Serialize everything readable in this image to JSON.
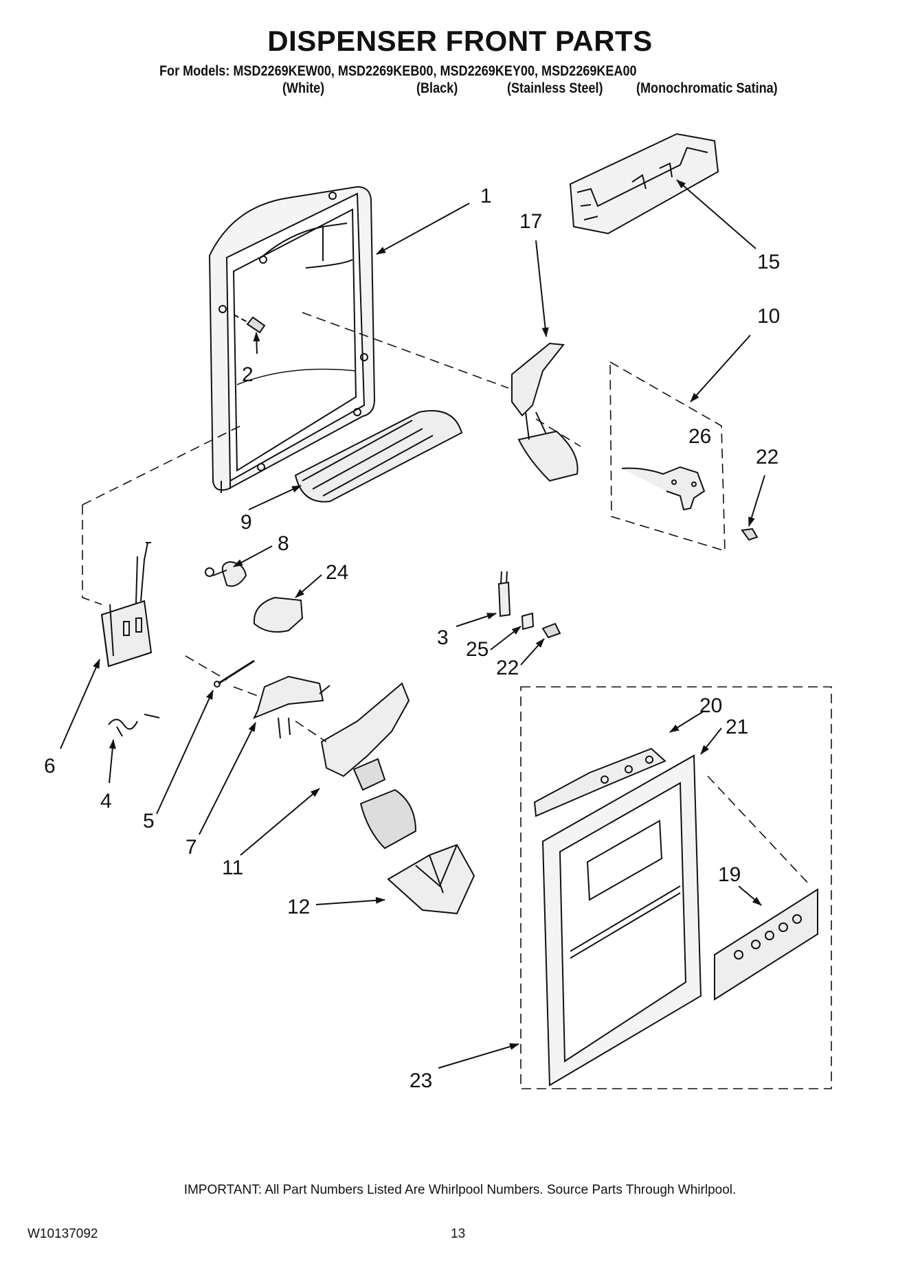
{
  "title": "DISPENSER FRONT PARTS",
  "models_line": "For Models: MSD2269KEW00, MSD2269KEB00, MSD2269KEY00, MSD2269KEA00",
  "variants": [
    "(White)",
    "(Black)",
    "(Stainless Steel)",
    "(Monochromatic Satina)"
  ],
  "callouts": {
    "c1": "1",
    "c2": "2",
    "c3": "3",
    "c4": "4",
    "c5": "5",
    "c6": "6",
    "c7": "7",
    "c8": "8",
    "c9": "9",
    "c10": "10",
    "c11": "11",
    "c12": "12",
    "c15": "15",
    "c17": "17",
    "c19": "19",
    "c20": "20",
    "c21": "21",
    "c22a": "22",
    "c22b": "22",
    "c23": "23",
    "c24": "24",
    "c25": "25",
    "c26": "26"
  },
  "footer": {
    "note": "IMPORTANT: All Part Numbers Listed Are Whirlpool Numbers. Source Parts Through Whirlpool.",
    "doc_number": "W10137092",
    "page_number": "13"
  }
}
